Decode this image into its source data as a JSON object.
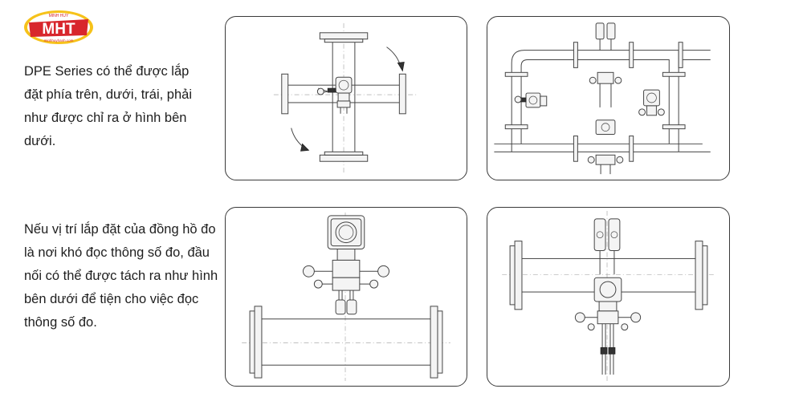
{
  "logo": {
    "text_main": "MHT",
    "text_top": "MINH HUY",
    "text_bottom": "minhhuyhanh.com",
    "brand_red": "#d8262c",
    "brand_yellow": "#f6c21a"
  },
  "content": {
    "paragraph_1": "DPE Series có thể được lắp đặt phía trên, dưới, trái, phải như được chỉ ra ở hình bên dưới.",
    "paragraph_2": "Nếu vị trí lắp đặt của đồng hồ đo là nơi khó đọc thông số đo, đầu nối có thể được tách ra như hình bên dưới để tiện cho việc đọc thông số đo."
  },
  "colors": {
    "border": "#3a3a3a",
    "text": "#1e1e1e",
    "drawing": "#444444"
  }
}
